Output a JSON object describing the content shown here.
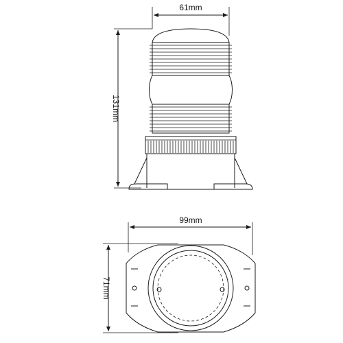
{
  "dimensions": {
    "top_width": "61mm",
    "height": "131mm",
    "base_width": "99mm",
    "base_depth": "71mm"
  },
  "colors": {
    "line": "#1a1a1a",
    "background": "#ffffff"
  }
}
